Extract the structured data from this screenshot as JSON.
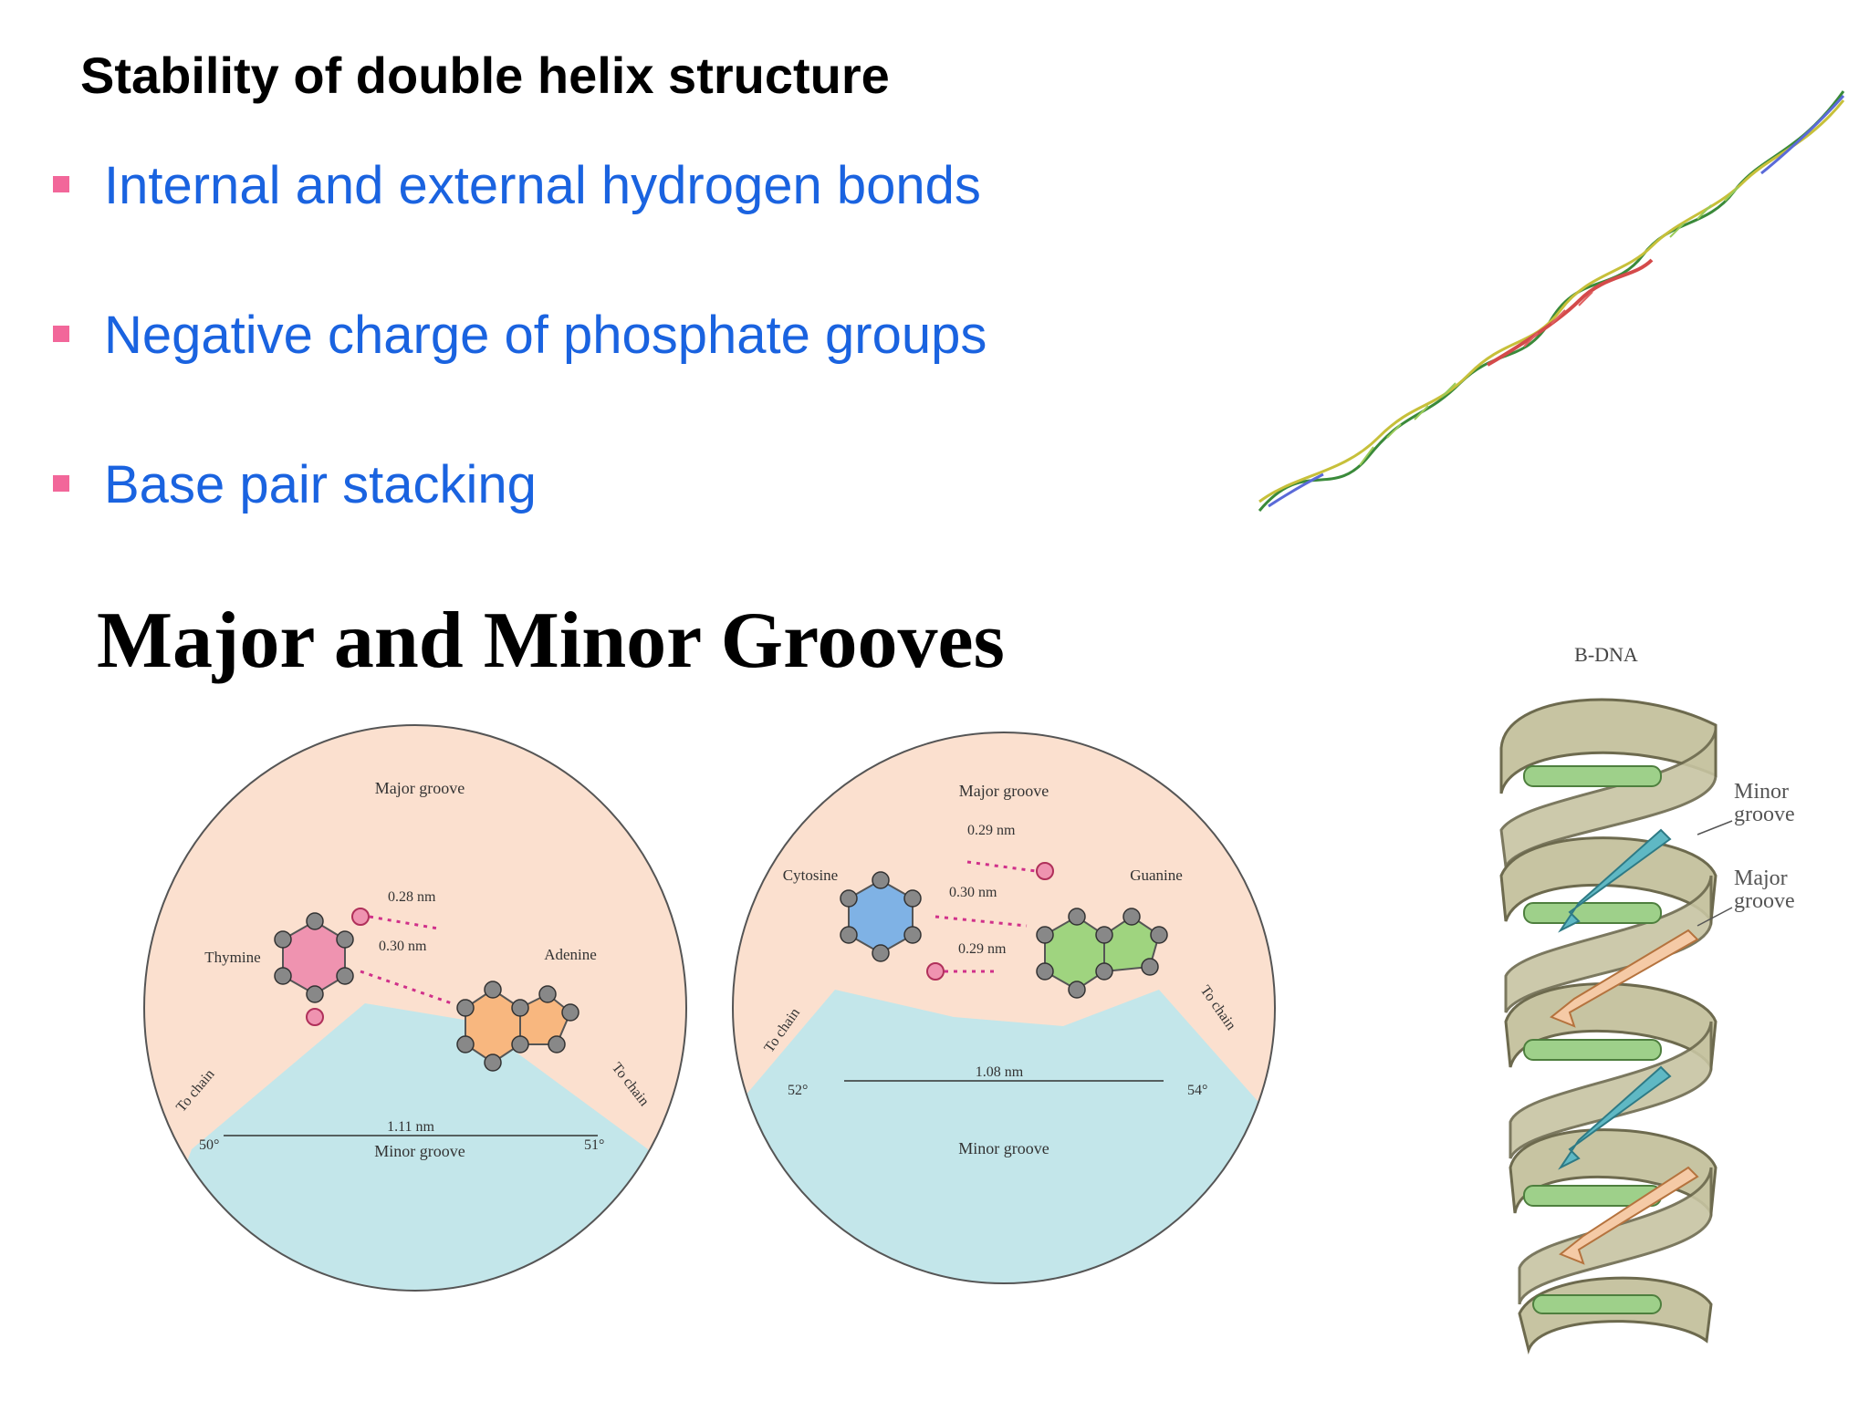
{
  "slide": {
    "title": "Stability of double helix structure",
    "bullets": [
      "Internal and external hydrogen bonds",
      "Negative charge of  phosphate groups",
      "Base pair stacking"
    ],
    "section_title": "Major and Minor Grooves"
  },
  "colors": {
    "bullet": "#f2679a",
    "bullet_text": "#1a63e0",
    "major_groove_fill": "#fbe0cf",
    "minor_groove_fill": "#c3e6ea",
    "thymine": "#ef93b0",
    "adenine": "#f8b77f",
    "cytosine": "#7fb2e5",
    "guanine": "#9fd47f"
  },
  "diagram_left": {
    "major": "Major groove",
    "minor": "Minor groove",
    "base_left": "Thymine",
    "base_right": "Adenine",
    "dist1": "0.28 nm",
    "dist2": "0.30 nm",
    "width": "1.11 nm",
    "angle_left": "50°",
    "angle_right": "51°",
    "to_chain": "To chain"
  },
  "diagram_right": {
    "major": "Major groove",
    "minor": "Minor groove",
    "base_left": "Cytosine",
    "base_right": "Guanine",
    "dist1": "0.29 nm",
    "dist2": "0.30 nm",
    "dist3": "0.29 nm",
    "width": "1.08 nm",
    "angle_left": "52°",
    "angle_right": "54°",
    "to_chain": "To chain"
  },
  "bdna": {
    "title": "B-DNA",
    "minor_label": [
      "Minor",
      "groove"
    ],
    "major_label": [
      "Major",
      "groove"
    ]
  }
}
